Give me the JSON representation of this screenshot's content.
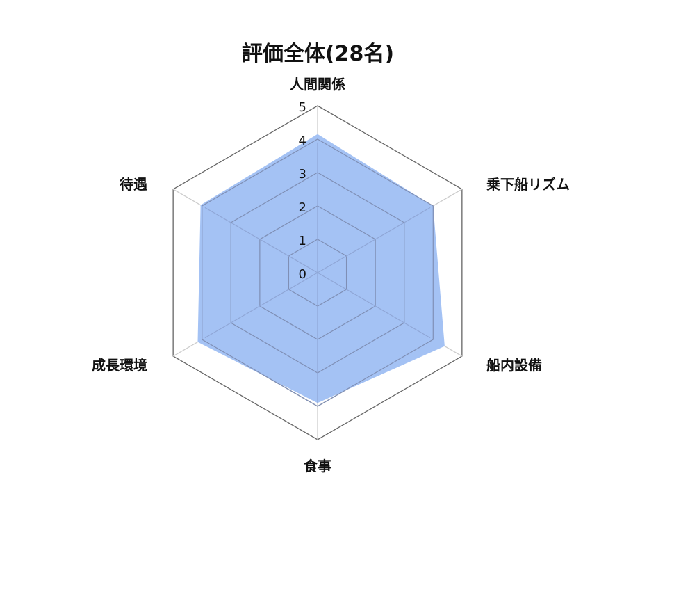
{
  "chart_data": {
    "type": "radar",
    "title": "評価全体(28名)",
    "categories": [
      "人間関係",
      "乗下船リズム",
      "船内設備",
      "食事",
      "成長環境",
      "待遇"
    ],
    "series": [
      {
        "name": "評価全体",
        "values": [
          4.15,
          4.0,
          4.4,
          3.9,
          4.15,
          4.05
        ]
      }
    ],
    "rlim": [
      0,
      5
    ],
    "ticks": [
      "0",
      "1",
      "2",
      "3",
      "4",
      "5"
    ],
    "grid": true,
    "legend": "none",
    "colors": {
      "fill": "#a4c2f4",
      "inner_grid": "#7f8fb5",
      "outer_grid": "#666666",
      "spokes": "#cccccc"
    }
  }
}
